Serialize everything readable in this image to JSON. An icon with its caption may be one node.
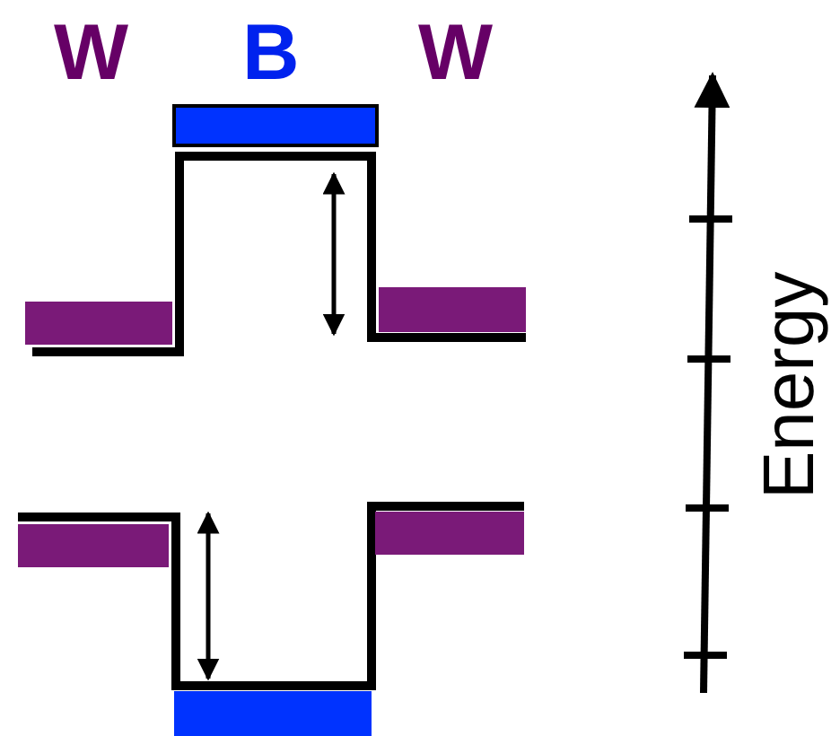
{
  "diagram": {
    "labels": [
      "W",
      "B",
      "W",
      "Energy"
    ]
  }
}
